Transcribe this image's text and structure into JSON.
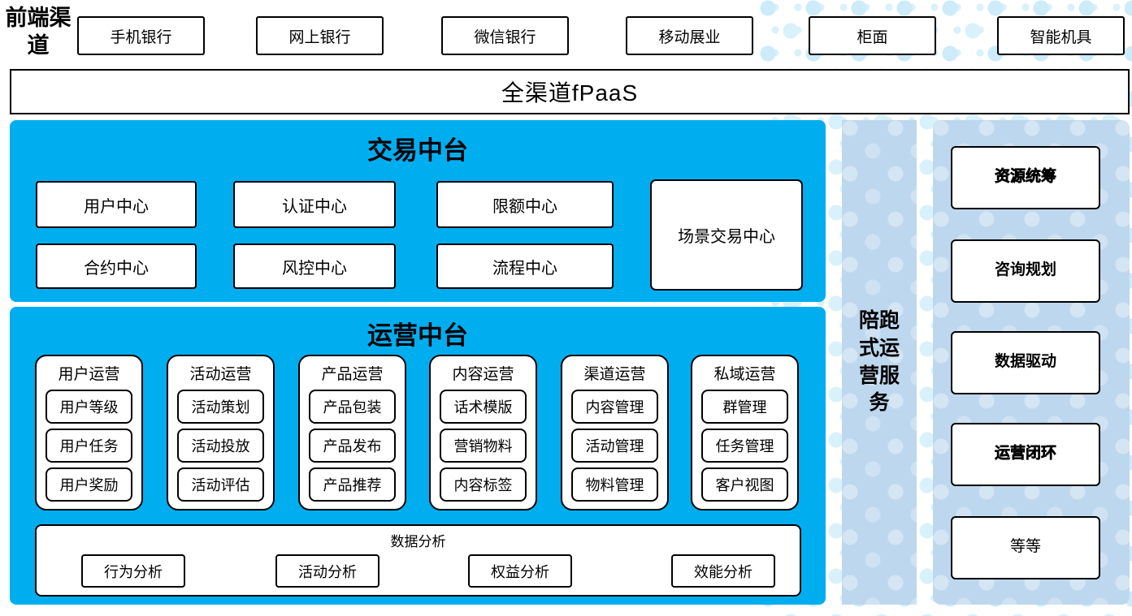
{
  "frontend": {
    "label": "前端渠道",
    "channels": [
      "手机银行",
      "网上银行",
      "微信银行",
      "移动展业",
      "柜面",
      "智能机具"
    ]
  },
  "fpaas": {
    "label": "全渠道fPaaS"
  },
  "trade_platform": {
    "title": "交易中台",
    "row1": [
      "用户中心",
      "认证中心",
      "限额中心"
    ],
    "row2": [
      "合约中心",
      "风控中心",
      "流程中心"
    ],
    "tall_box": "场景交易中心"
  },
  "operation_platform": {
    "title": "运营中台",
    "columns": [
      {
        "title": "用户运营",
        "items": [
          "用户等级",
          "用户任务",
          "用户奖励"
        ]
      },
      {
        "title": "活动运营",
        "items": [
          "活动策划",
          "活动投放",
          "活动评估"
        ]
      },
      {
        "title": "产品运营",
        "items": [
          "产品包装",
          "产品发布",
          "产品推荐"
        ]
      },
      {
        "title": "内容运营",
        "items": [
          "话术模版",
          "营销物料",
          "内容标签"
        ]
      },
      {
        "title": "渠道运营",
        "items": [
          "内容管理",
          "活动管理",
          "物料管理"
        ]
      },
      {
        "title": "私域运营",
        "items": [
          "群管理",
          "任务管理",
          "客户视图"
        ]
      }
    ],
    "analysis": {
      "title": "数据分析",
      "items": [
        "行为分析",
        "活动分析",
        "权益分析",
        "效能分析"
      ]
    }
  },
  "side_bar": {
    "label": "陪跑式运营服务"
  },
  "service_panel": {
    "items": [
      {
        "label": "资源统筹",
        "emphasis": "strong"
      },
      {
        "label": "咨询规划",
        "emphasis": "normal"
      },
      {
        "label": "数据驱动",
        "emphasis": "normal"
      },
      {
        "label": "运营闭环",
        "emphasis": "strong"
      },
      {
        "label": "等等",
        "emphasis": "light"
      }
    ]
  },
  "colors": {
    "primary_blue": "#00AEF0",
    "light_blue": "#BDD7EE",
    "dot_blue": "#CDEBF9"
  }
}
